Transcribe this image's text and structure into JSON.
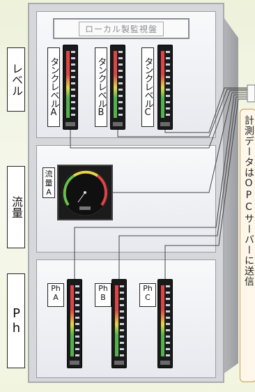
{
  "panel_title": "ローカル製監視盤",
  "sections": {
    "level": "レベル",
    "flow": "流量",
    "ph": "Ph"
  },
  "tank_labels": {
    "a": "タンクレベルA",
    "b": "タンクレベルB",
    "c": "タンクレベルC"
  },
  "flow_label": {
    "line1": "流",
    "line2": "量",
    "line3": "A"
  },
  "ph_labels": {
    "a": {
      "line1": "Ph",
      "line2": "A"
    },
    "b": {
      "line1": "Ph",
      "line2": "B"
    },
    "c": {
      "line1": "Ph",
      "line2": "C"
    }
  },
  "callout_text": "計測データはOPCサーバーに送信",
  "colors": {
    "bar_red": "#e04545",
    "bar_yellow": "#e4d94c",
    "bar_green": "#52b34d",
    "wire": "#444444",
    "callout_border": "#c79a4e"
  }
}
